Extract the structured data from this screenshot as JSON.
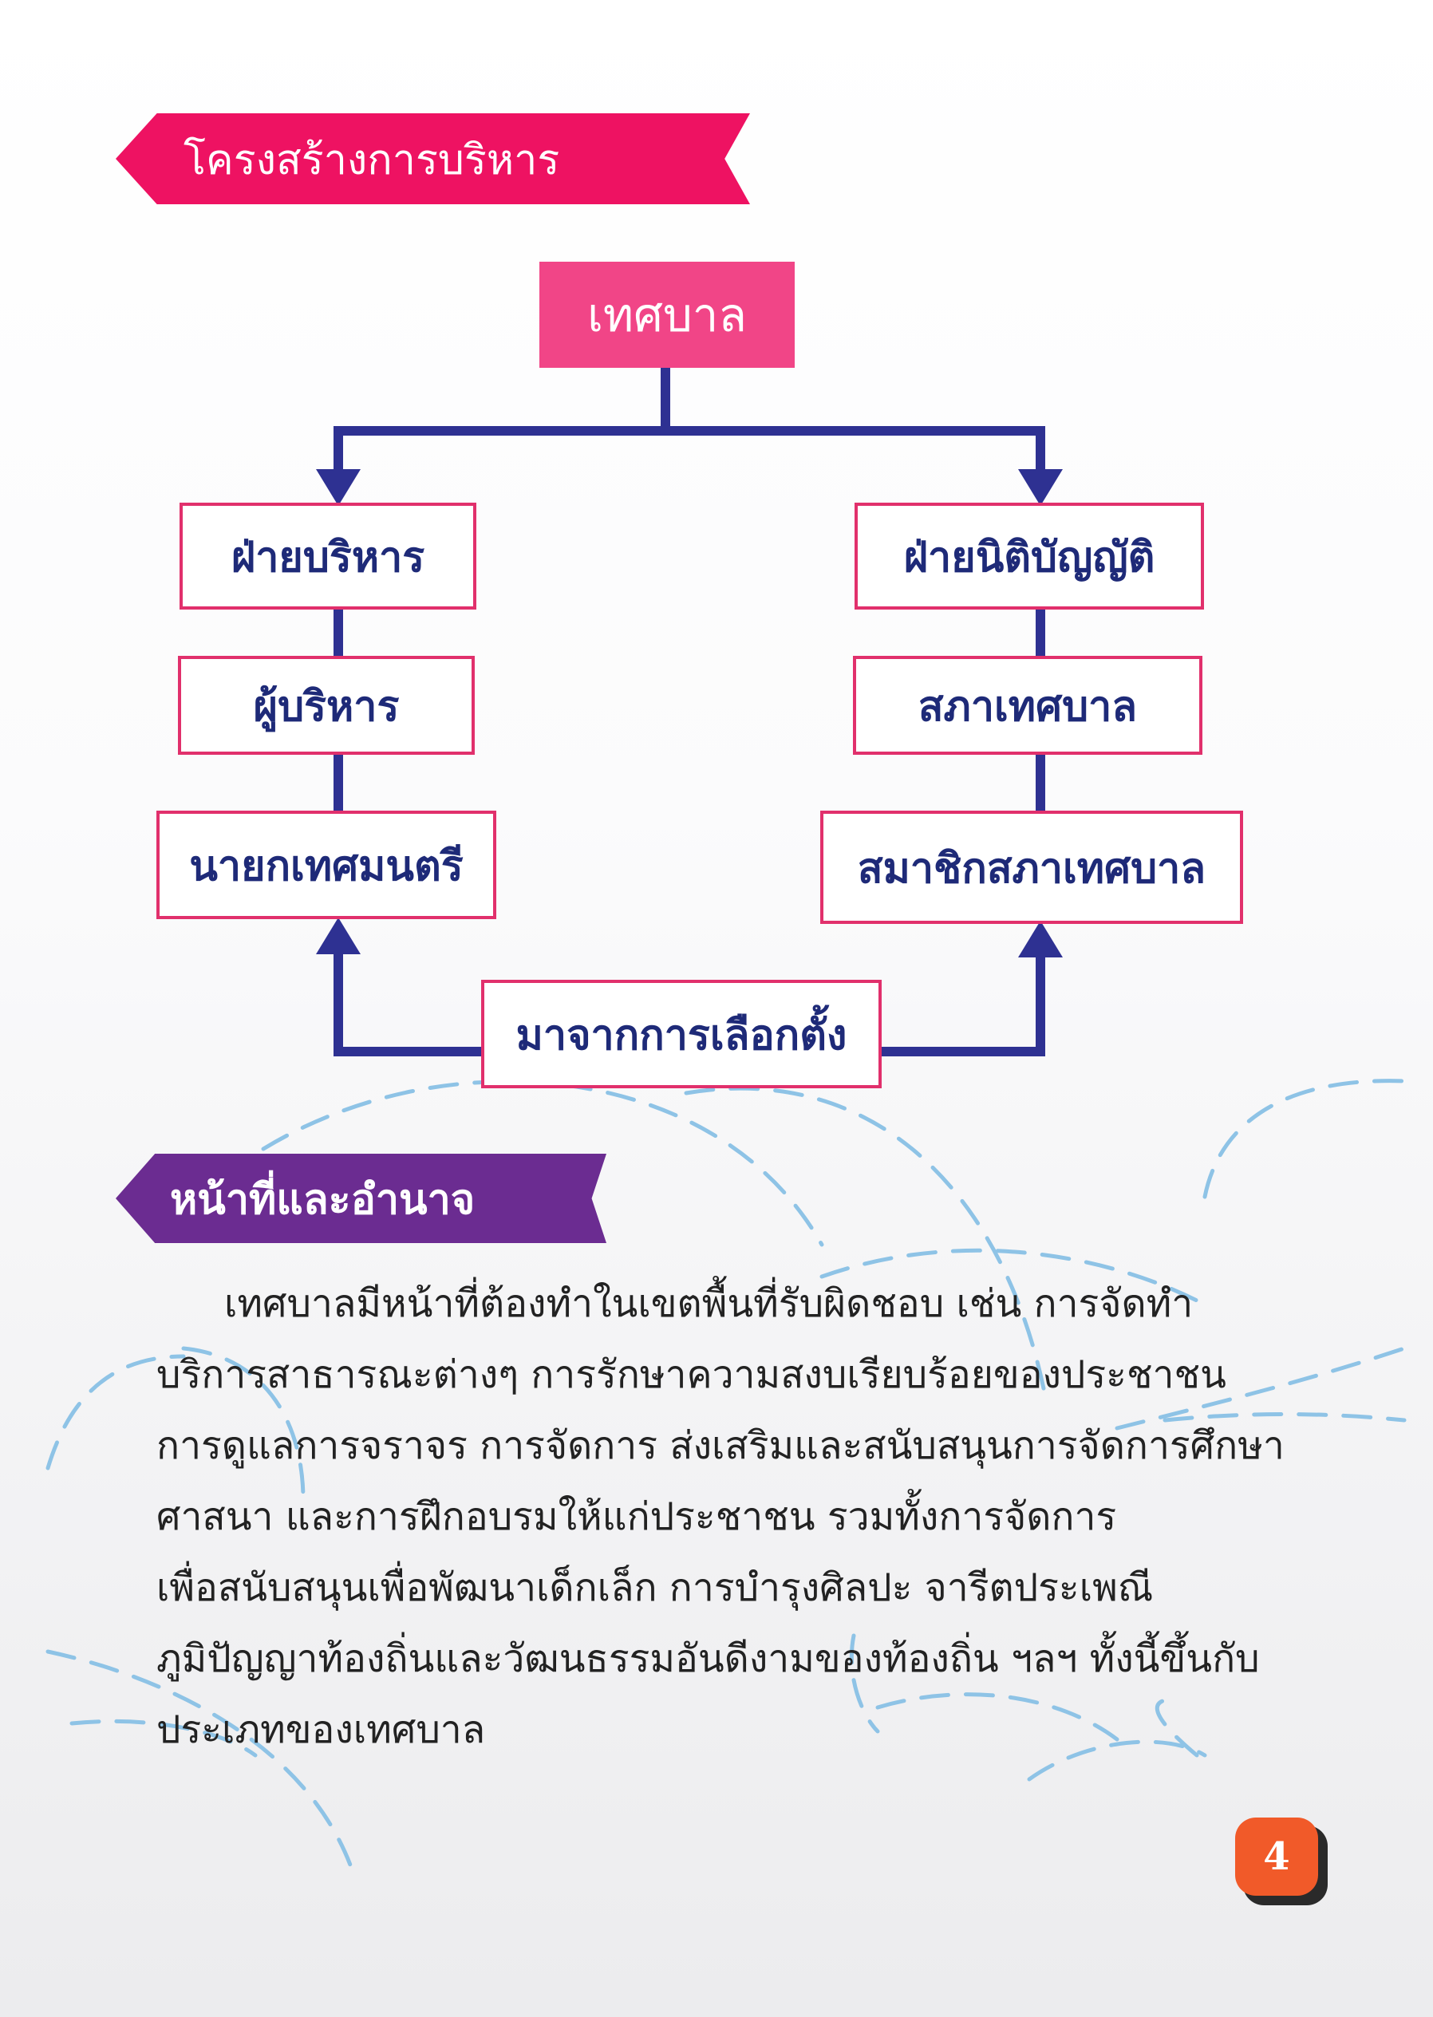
{
  "sections": {
    "structure_title": "โครงสร้างการบริหาร",
    "duties_title": "หน้าที่และอำนาจ"
  },
  "org_chart": {
    "root": "เทศบาล",
    "left": [
      "ฝ่ายบริหาร",
      "ผู้บริหาร",
      "นายกเทศมนตรี"
    ],
    "right": [
      "ฝ่ายนิติบัญญัติ",
      "สภาเทศบาล",
      "สมาชิกสภาเทศบาล"
    ],
    "source": "มาจากการเลือกตั้ง"
  },
  "paragraph": [
    "เทศบาลมีหน้าที่ต้องทำในเขตพื้นที่รับผิดชอบ เช่น การจัดทำ",
    "บริการสาธารณะต่างๆ การรักษาความสงบเรียบร้อยของประชาชน",
    "การดูแลการจราจร การจัดการ ส่งเสริมและสนับสนุนการจัดการศึกษา",
    "ศาสนา และการฝึกอบรมให้แก่ประชาชน รวมทั้งการจัดการ",
    "เพื่อสนับสนุนเพื่อพัฒนาเด็กเล็ก การบำรุงศิลปะ จารีตประเพณี",
    "ภูมิปัญญาท้องถิ่นและวัฒนธรรมอันดีงามของท้องถิ่น ฯลฯ ทั้งนี้ขึ้นกับ",
    "ประเภทของเทศบาล"
  ],
  "page_number": "4",
  "colors": {
    "pink_ribbon": "#ee1262",
    "purple_ribbon": "#6b2c91",
    "root_box": "#f14587",
    "box_border": "#e1306c",
    "connector": "#2e3192",
    "text_navy": "#1e2a78",
    "page_badge": "#f15a29",
    "dashed_decoration": "#8ec3e6"
  }
}
